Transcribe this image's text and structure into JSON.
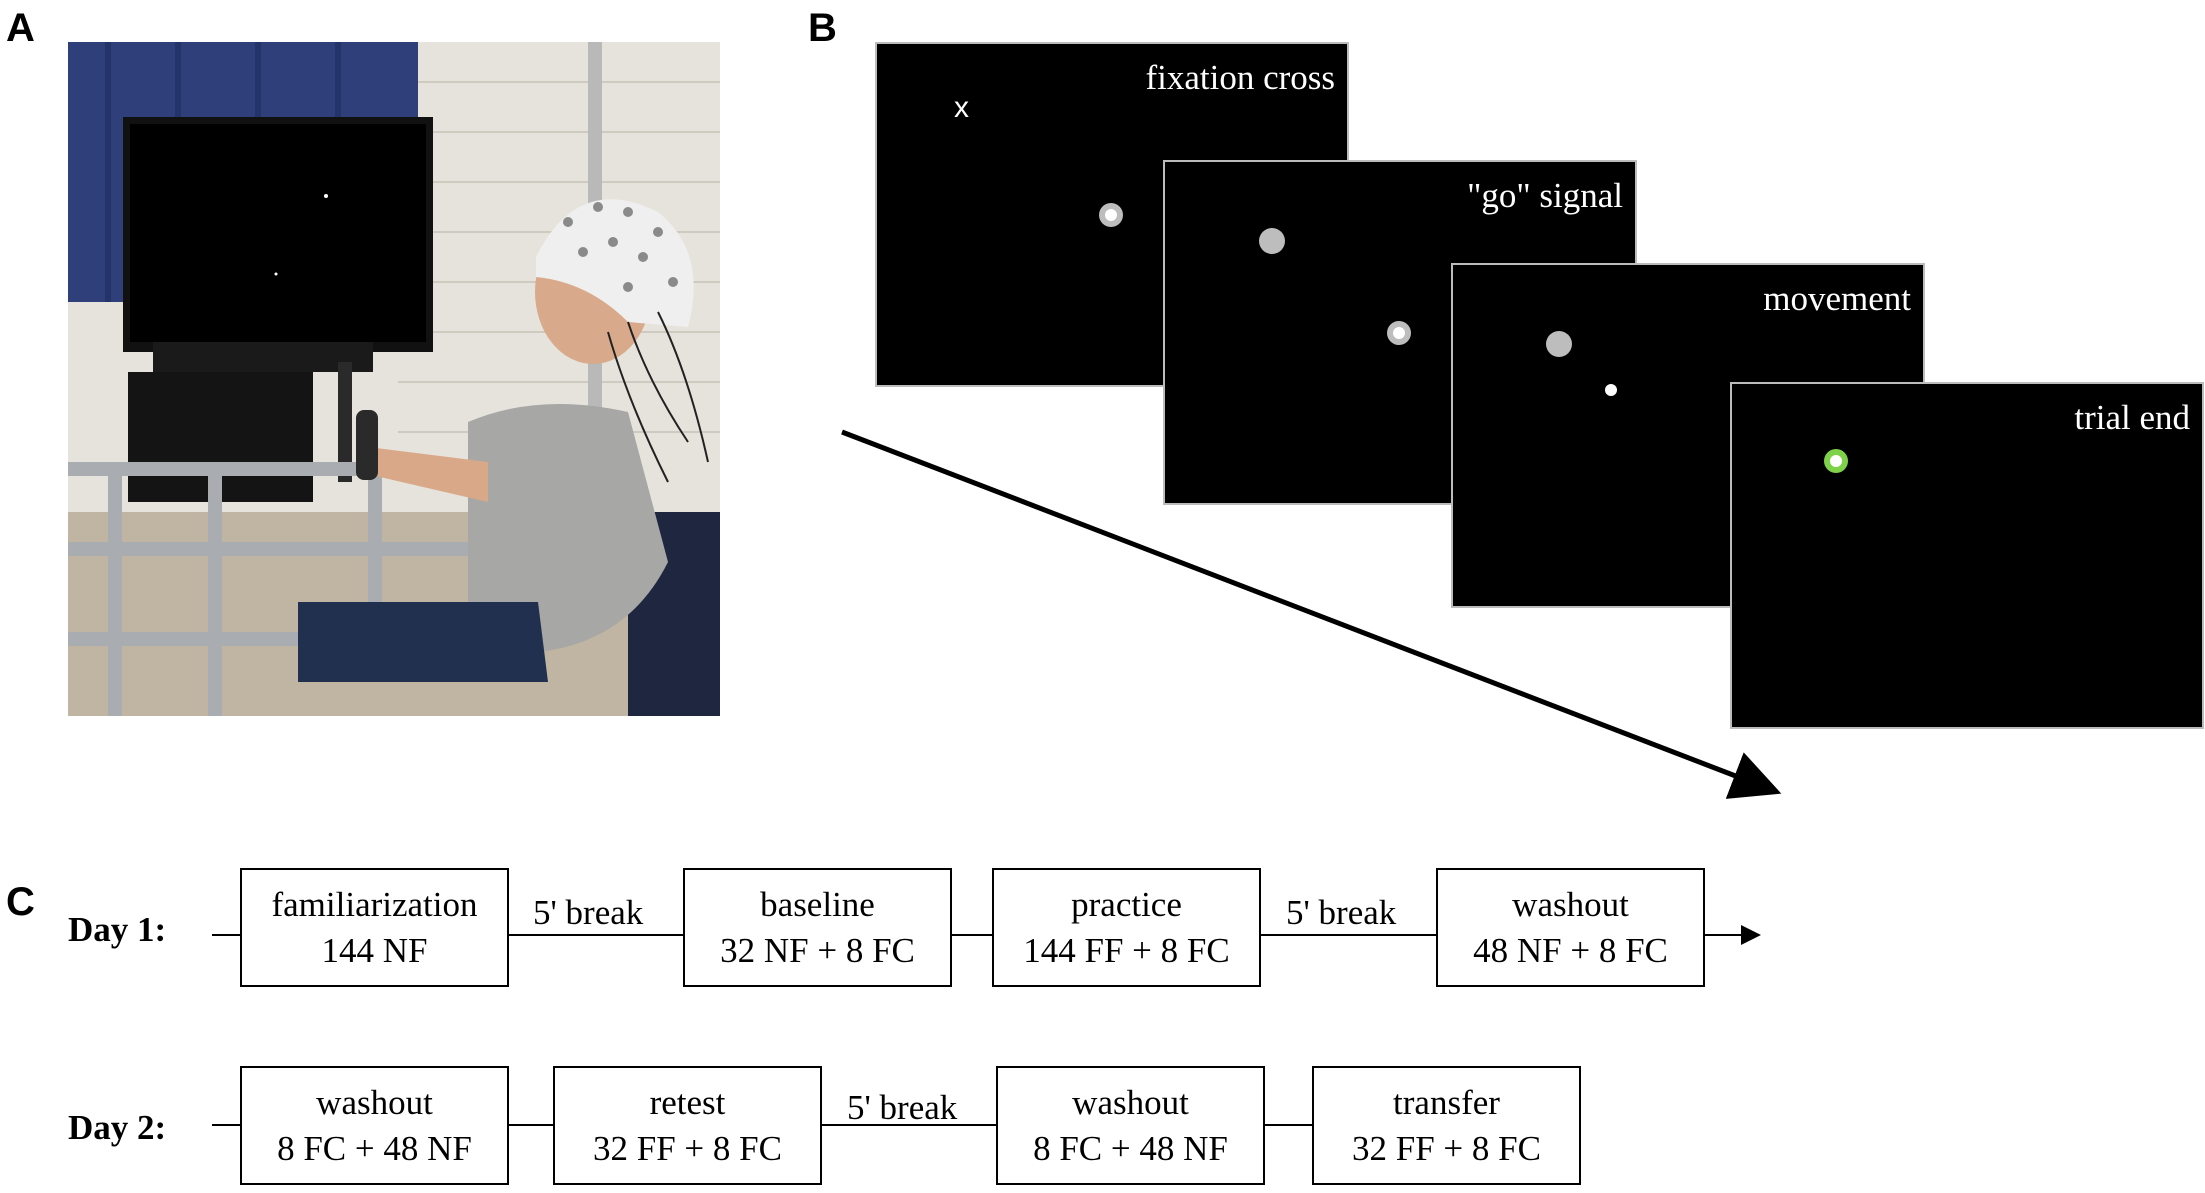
{
  "panels": {
    "a_label": "A",
    "b_label": "B",
    "c_label": "C"
  },
  "screens": [
    {
      "label": "fixation cross",
      "symbol": "x"
    },
    {
      "label": "\"go\" signal"
    },
    {
      "label": "movement"
    },
    {
      "label": "trial end"
    }
  ],
  "colors": {
    "screen_bg": "#000000",
    "target_grey": "#bdbdbd",
    "cursor_white": "#ffffff",
    "trial_end_green": "#7fd14a"
  },
  "schedule": {
    "day1": {
      "label": "Day 1:",
      "blocks": [
        {
          "title": "familiarization",
          "detail": "144 NF"
        },
        {
          "title": "baseline",
          "detail": "32 NF + 8 FC"
        },
        {
          "title": "practice",
          "detail": "144 FF + 8 FC"
        },
        {
          "title": "washout",
          "detail": "48 NF + 8 FC"
        }
      ],
      "breaks": [
        "5' break",
        "5' break"
      ]
    },
    "day2": {
      "label": "Day 2:",
      "blocks": [
        {
          "title": "washout",
          "detail": "8 FC + 48 NF"
        },
        {
          "title": "retest",
          "detail": "32 FF + 8 FC"
        },
        {
          "title": "washout",
          "detail": "8 FC + 48 NF"
        },
        {
          "title": "transfer",
          "detail": "32 FF + 8 FC"
        }
      ],
      "breaks": [
        "5' break"
      ]
    }
  }
}
